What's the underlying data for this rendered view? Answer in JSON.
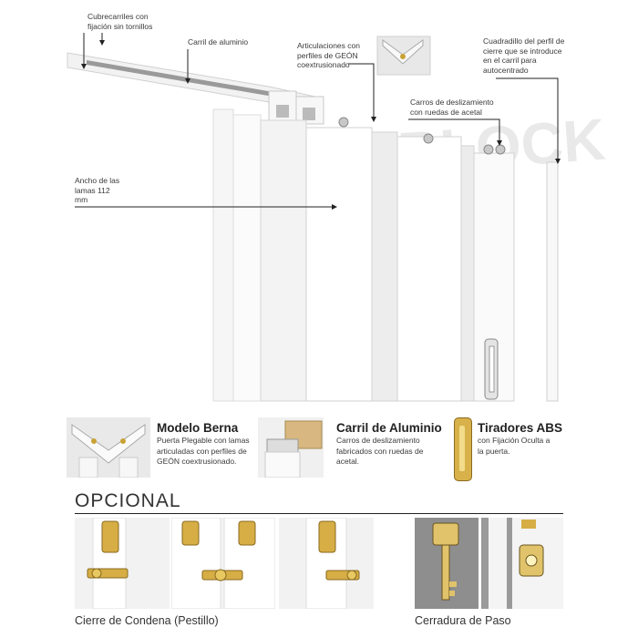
{
  "annotations": {
    "cubrecarriles": "Cubrecarriles con fijación sin tornillos",
    "carril": "Carril de aluminio",
    "articulaciones": "Articulaciones con perfiles de GEÓN coextrusionado",
    "cuadradillo": "Cuadradillo del perfil de cierre que se introduce en el carril para autocentrado",
    "carros": "Carros de deslizamiento con ruedas de acetal",
    "ancho": "Ancho de las lamas 112 mm"
  },
  "features": [
    {
      "title": "Modelo Berna",
      "desc": "Puerta Plegable con lamas articuladas con perfiles de GEÓN coextrusionado."
    },
    {
      "title": "Carril de Aluminio",
      "desc": "Carros de deslizamiento fabricados con ruedas de acetal."
    },
    {
      "title": "Tiradores ABS",
      "desc": "con Fijación Oculta a la puerta."
    }
  ],
  "section_title": "OPCIONAL",
  "captions": {
    "condena": "Cierre de Condena (Pestillo)",
    "paso": "Cerradura de Paso"
  },
  "colors": {
    "accent_gold": "#c9a235",
    "line": "#222222",
    "panel": "#f4f4f4"
  }
}
